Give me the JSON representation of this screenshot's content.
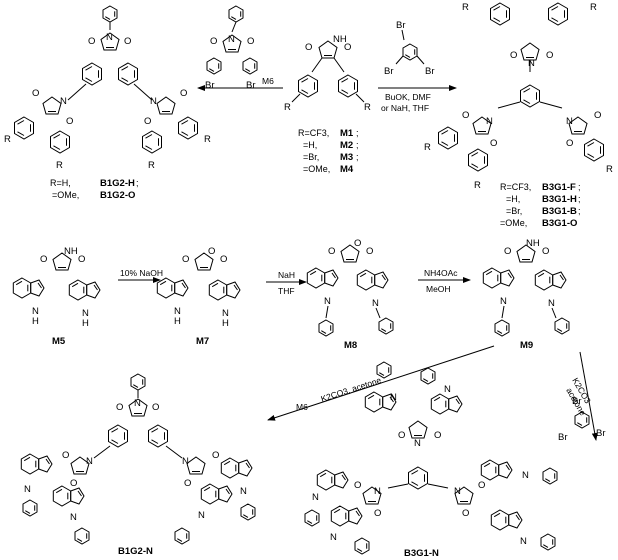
{
  "atoms": {
    "N": "N",
    "O": "O",
    "H": "H",
    "R": "R",
    "Br": "Br",
    "NH": "NH"
  },
  "reagents": {
    "m6": "M6",
    "buok": "BuOK, DMF",
    "nah_thf": "or NaH, THF",
    "naoh": "10% NaOH",
    "nah": "NaH",
    "thf": "THF",
    "nh4oac": "NH4OAc",
    "meoh": "MeOH",
    "k2co3_acetone": "K2CO3, acetone",
    "k2co3": "K2CO3",
    "acetone": "acetone"
  },
  "substituents": {
    "m_series": [
      {
        "r": "R=CF3,",
        "name": "M1",
        "sep": ";"
      },
      {
        "r": "=H,",
        "name": "M2",
        "sep": ";"
      },
      {
        "r": "=Br,",
        "name": "M3",
        "sep": ";"
      },
      {
        "r": "=OMe,",
        "name": "M4",
        "sep": ""
      }
    ],
    "b1g2_series": [
      {
        "r": "R=H,",
        "name": "B1G2-H",
        "sep": ";"
      },
      {
        "r": "=OMe,",
        "name": "B1G2-O",
        "sep": ""
      }
    ],
    "b3g1_series": [
      {
        "r": "R=CF3,",
        "name": "B3G1-F",
        "sep": ";"
      },
      {
        "r": "=H,",
        "name": "B3G1-H",
        "sep": ";"
      },
      {
        "r": "=Br,",
        "name": "B3G1-B",
        "sep": ";"
      },
      {
        "r": "=OMe,",
        "name": "B3G1-O",
        "sep": ""
      }
    ]
  },
  "compounds": {
    "m5": "M5",
    "m7": "M7",
    "m8": "M8",
    "m9": "M9",
    "b1g2n": "B1G2-N",
    "b3g1n": "B3G1-N"
  }
}
